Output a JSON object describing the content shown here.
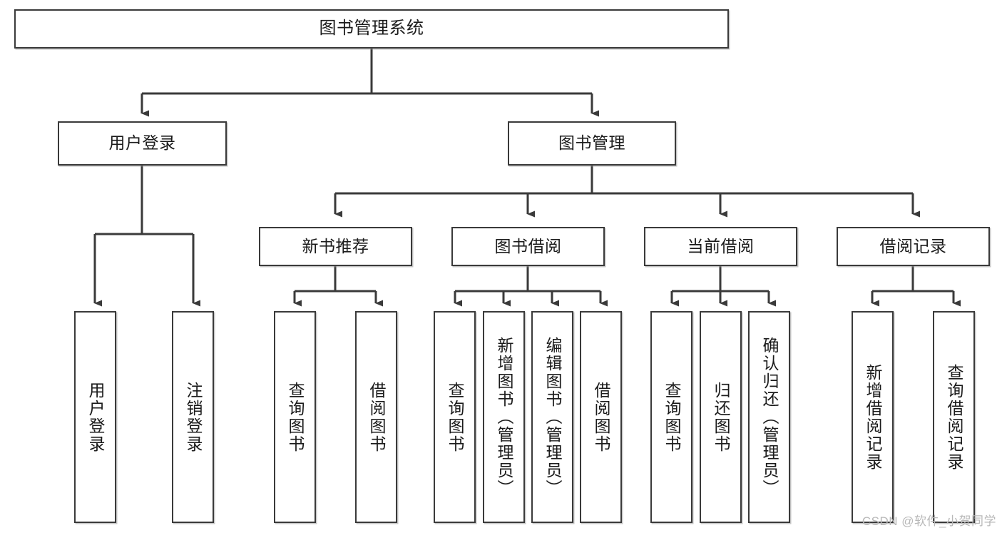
{
  "diagram": {
    "title": "图书管理系统",
    "type": "hierarchy-tree",
    "line_color": "#3a3a3a",
    "box_fill": "#ffffff",
    "text_color": "#1b1b1b"
  },
  "root": {
    "label": "图书管理系统"
  },
  "level2": [
    {
      "label": "用户登录"
    },
    {
      "label": "图书管理"
    }
  ],
  "level3": [
    {
      "label": "新书推荐"
    },
    {
      "label": "图书借阅"
    },
    {
      "label": "当前借阅"
    },
    {
      "label": "借阅记录"
    }
  ],
  "leaves": {
    "user_login": [
      {
        "label": "用户登录"
      },
      {
        "label": "注销登录"
      }
    ],
    "new_book": [
      {
        "label": "查询图书"
      },
      {
        "label": "借阅图书"
      }
    ],
    "book_borrow": [
      {
        "label": "查询图书"
      },
      {
        "label": "新增图书（管理员）"
      },
      {
        "label": "编辑图书（管理员）"
      },
      {
        "label": "借阅图书"
      }
    ],
    "current_borrow": [
      {
        "label": "查询图书"
      },
      {
        "label": "归还图书"
      },
      {
        "label": "确认归还（管理员）"
      }
    ],
    "borrow_record": [
      {
        "label": "新增借阅记录"
      },
      {
        "label": "查询借阅记录"
      }
    ]
  },
  "watermark": {
    "text": "CSDN @软件_小贺同学"
  }
}
